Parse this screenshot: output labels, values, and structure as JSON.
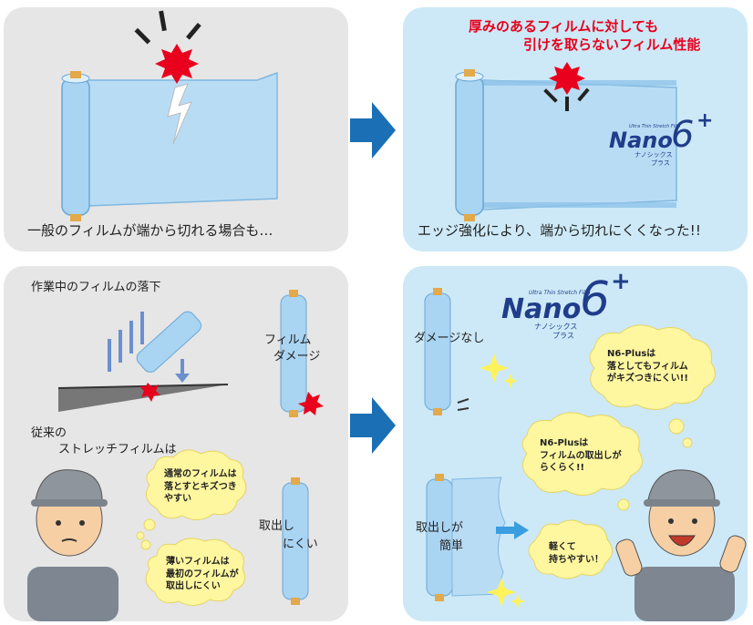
{
  "panels": {
    "top_left": {
      "caption": "一般のフィルムが端から切れる場合も…"
    },
    "top_right": {
      "headline_1": "厚みのあるフィルムに対しても",
      "headline_2": "引けを取らないフィルム性能",
      "caption": "エッジ強化により、端から切れにくくなった!!"
    },
    "bottom_left": {
      "drop_title": "作業中のフィルムの落下",
      "film_damage_1": "フィルム",
      "film_damage_2": "ダメージ",
      "conventional_1": "従来の",
      "conventional_2": "ストレッチフィルムは",
      "bubble_1": "通常のフィルムは\n落とすとキズつき\nやすい",
      "bubble_2": "薄いフィルムは\n最初のフィルムが\n取出しにくい",
      "hard_take_1": "取出し",
      "hard_take_2": "にくい"
    },
    "bottom_right": {
      "no_damage": "ダメージなし",
      "easy_take_1": "取出しが",
      "easy_take_2": "簡単",
      "bubble_1": "N6-Plusは\n落としてもフィルム\nがキズつきにくい!!",
      "bubble_2": "N6-Plusは\nフィルムの取出しが\nらくらく!!",
      "bubble_3": "軽くて\n持ちやすい！"
    }
  },
  "logo": {
    "tagline": "Ultra Thin Stretch Film",
    "brand": "Nano",
    "mark": "6",
    "plus": "+",
    "kana_1": "ナノシックス",
    "kana_2": "プラス"
  },
  "colors": {
    "gray_panel": "#e6e6e6",
    "blue_panel": "#cde9f7",
    "film": "#a9d4f2",
    "arrow": "#1a6fb5",
    "headline": "#e8001c",
    "bubble": "#fff7a0",
    "logo": "#1f3d8a"
  }
}
